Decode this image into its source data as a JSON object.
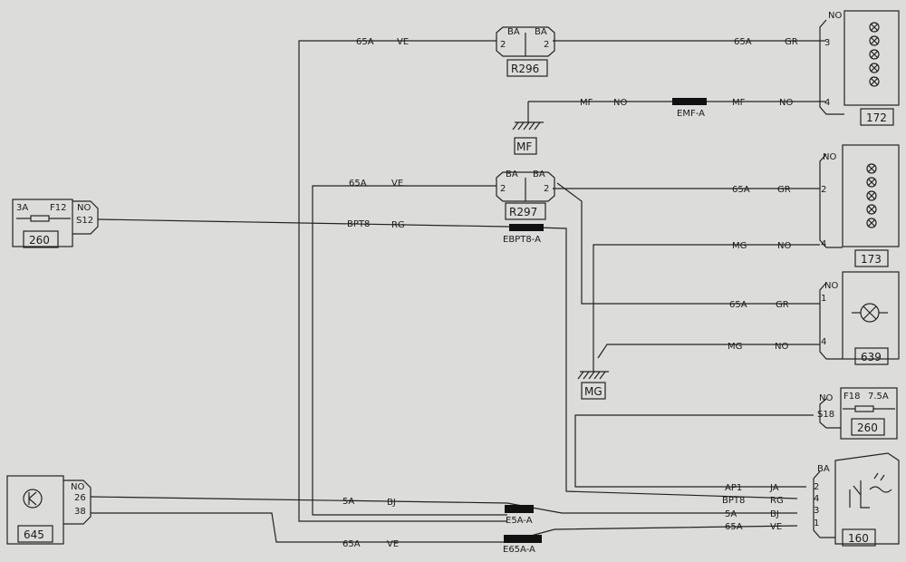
{
  "components": {
    "c172": {
      "id": "172",
      "pin_a": "3",
      "pin_b": "4",
      "no": "NO"
    },
    "c173": {
      "id": "173",
      "pin_a": "2",
      "pin_b": "4",
      "no": "NO"
    },
    "c639": {
      "id": "639",
      "pin_a": "1",
      "pin_b": "4",
      "no": "NO"
    },
    "c160": {
      "id": "160",
      "ba": "BA",
      "pins": [
        "2",
        "4",
        "3",
        "1"
      ]
    },
    "c645": {
      "id": "645",
      "no": "NO",
      "pin_a": "26",
      "pin_b": "38"
    },
    "fuse260_left": {
      "id": "260",
      "rating": "3A",
      "fuse": "F12",
      "no": "NO",
      "slot": "S12"
    },
    "fuse260_right": {
      "id": "260",
      "rating": "7.5A",
      "fuse": "F18",
      "no": "NO",
      "slot": "S18"
    }
  },
  "connectors": {
    "r296": {
      "id": "R296",
      "left": "BA",
      "right": "BA",
      "pin_l": "2",
      "pin_r": "2"
    },
    "r297": {
      "id": "R297",
      "left": "BA",
      "right": "BA",
      "pin_l": "2",
      "pin_r": "2"
    }
  },
  "grounds": {
    "mf": "MF",
    "mg": "MG"
  },
  "splices": {
    "emf": "EMF-A",
    "ebpt8": "EBPT8-A",
    "e5a": "E5A-A",
    "e65a": "E65A-A"
  },
  "wires": {
    "w1": {
      "code": "65A",
      "color": "VE"
    },
    "w2": {
      "code": "65A",
      "color": "GR"
    },
    "w3": {
      "code": "MF",
      "color": "NO"
    },
    "w4": {
      "code": "MF",
      "color": "NO"
    },
    "w5": {
      "code": "65A",
      "color": "VE"
    },
    "w6": {
      "code": "65A",
      "color": "GR"
    },
    "w7": {
      "code": "BPT8",
      "color": "RG"
    },
    "w8": {
      "code": "MG",
      "color": "NO"
    },
    "w9": {
      "code": "65A",
      "color": "GR"
    },
    "w10": {
      "code": "MG",
      "color": "NO"
    },
    "w11": {
      "code": "AP1",
      "color": "JA"
    },
    "w12": {
      "code": "BPT8",
      "color": "RG"
    },
    "w13": {
      "code": "5A",
      "color": "BJ"
    },
    "w14": {
      "code": "65A",
      "color": "VE"
    },
    "w15": {
      "code": "5A",
      "color": "BJ"
    },
    "w16": {
      "code": "65A",
      "color": "VE"
    }
  }
}
